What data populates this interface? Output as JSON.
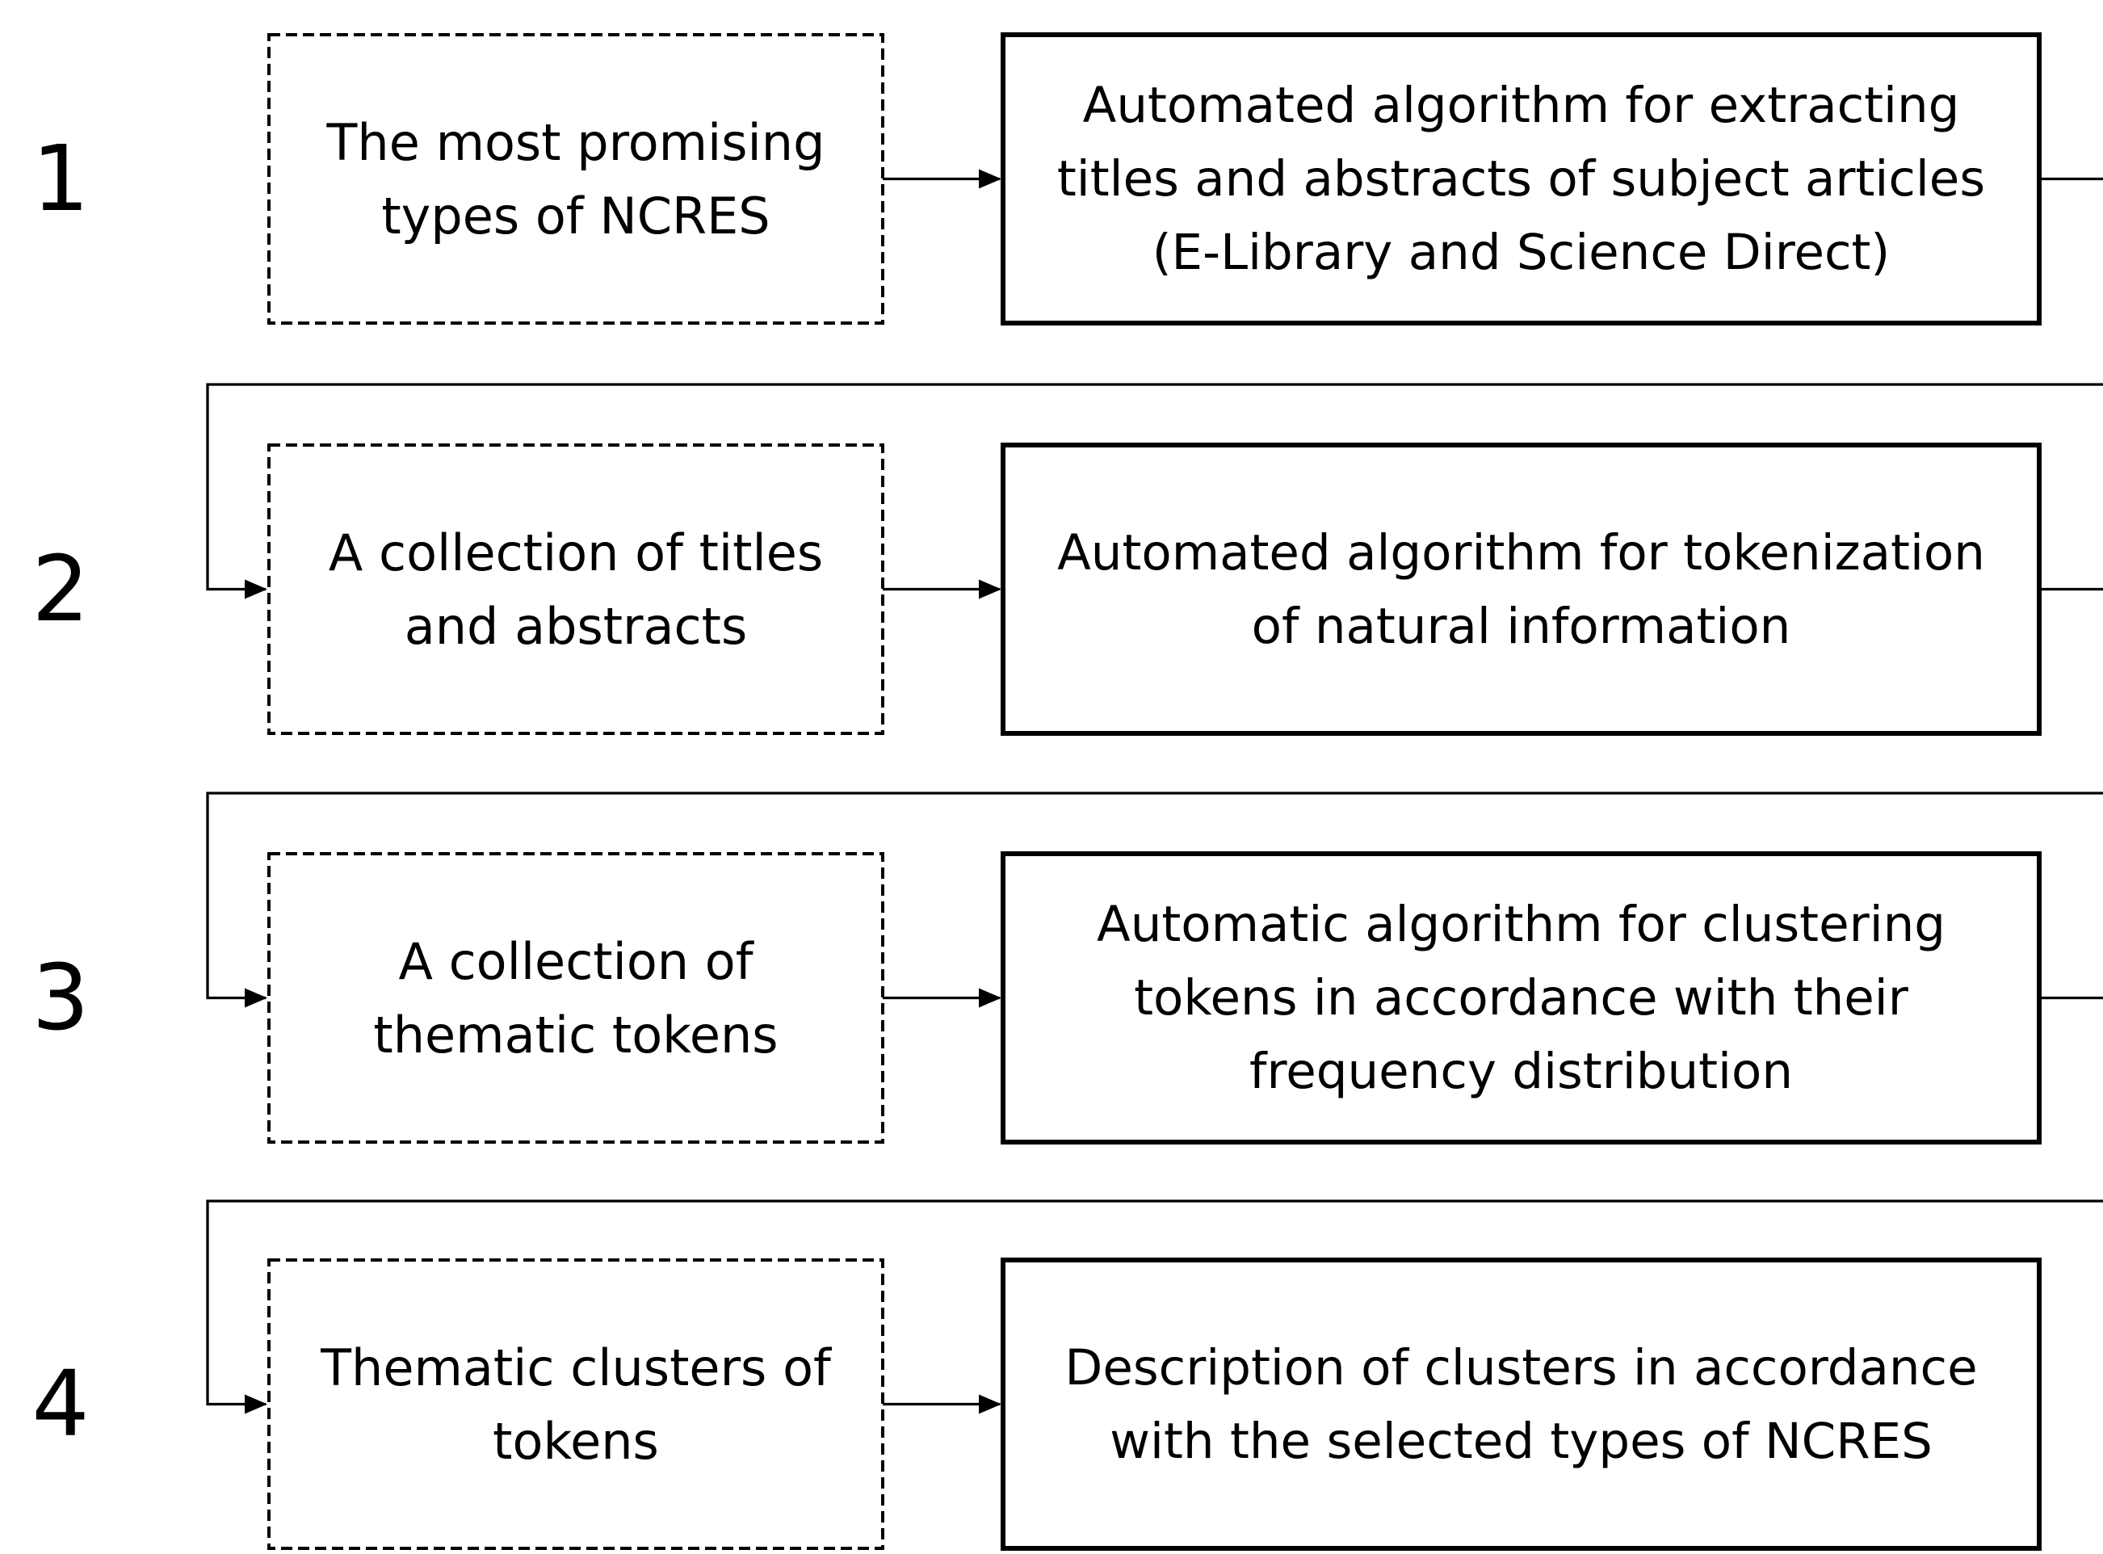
{
  "steps": [
    {
      "number": "1",
      "input_lines": [
        "The most promising",
        "types of NCRES"
      ],
      "process_lines": [
        "Automated algorithm for extracting",
        "titles and abstracts of subject articles",
        "(E-Library and Science Direct)"
      ]
    },
    {
      "number": "2",
      "input_lines": [
        "A collection of titles",
        "and abstracts"
      ],
      "process_lines": [
        "Automated algorithm for tokenization",
        "of natural information"
      ]
    },
    {
      "number": "3",
      "input_lines": [
        "A collection of",
        "thematic tokens"
      ],
      "process_lines": [
        "Automatic algorithm for clustering",
        "tokens in accordance with their",
        "frequency distribution"
      ]
    },
    {
      "number": "4",
      "input_lines": [
        "Thematic clusters of",
        "tokens"
      ],
      "process_lines": [
        "Description of clusters in accordance",
        "with the selected types of NCRES"
      ]
    }
  ],
  "colors": {
    "stroke": "#000000",
    "text": "#000000",
    "background": "#ffffff"
  }
}
